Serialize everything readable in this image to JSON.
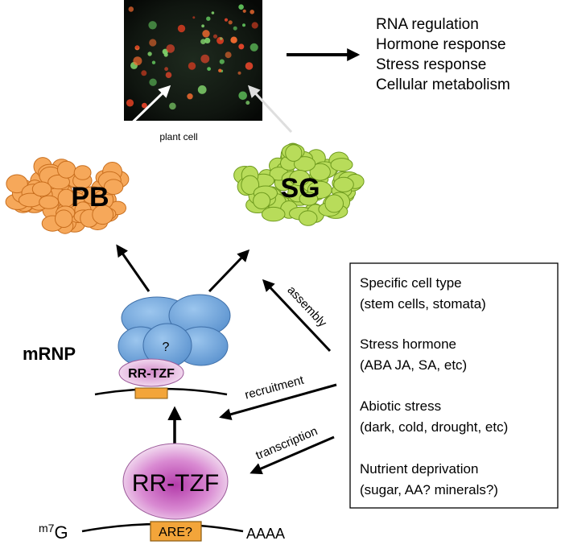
{
  "micrograph": {
    "caption": "plant cell"
  },
  "functions": [
    "RNA regulation",
    "Hormone response",
    "Stress response",
    "Cellular metabolism"
  ],
  "granules": {
    "pb": "PB",
    "sg": "SG"
  },
  "mrnp": {
    "label": "mRNP",
    "unknown": "?",
    "protein": "RR-TZF"
  },
  "arrows": {
    "assembly": "assembly",
    "recruitment": "recruitment",
    "transcription": "transcription"
  },
  "gene": {
    "cap": "m7G",
    "cap_prefix": "m",
    "cap_sup": "7",
    "cap_base": "G",
    "protein": "RR-TZF",
    "element": "ARE?",
    "polyA": "AAAA"
  },
  "conditions": [
    {
      "title": "Specific cell type",
      "detail": "(stem cells, stomata)"
    },
    {
      "title": "Stress hormone",
      "detail": "(ABA JA, SA, etc)"
    },
    {
      "title": "Abiotic stress",
      "detail": "(dark, cold, drought, etc)"
    },
    {
      "title": "Nutrient deprivation",
      "detail": "(sugar, AA? minerals?)"
    }
  ],
  "colors": {
    "pb_fill": "#F6A85A",
    "pb_stroke": "#C86E1E",
    "sg_fill": "#B8DC5A",
    "sg_stroke": "#6E9A1E",
    "mrnp_fill": "#6FA6DB",
    "mrnp_stroke": "#3E6FA8",
    "tzf_fill": "#E6B4E0",
    "tzf_stroke": "#9C5A9A",
    "are_fill": "#F3A53A",
    "are_stroke": "#8A5A10"
  }
}
